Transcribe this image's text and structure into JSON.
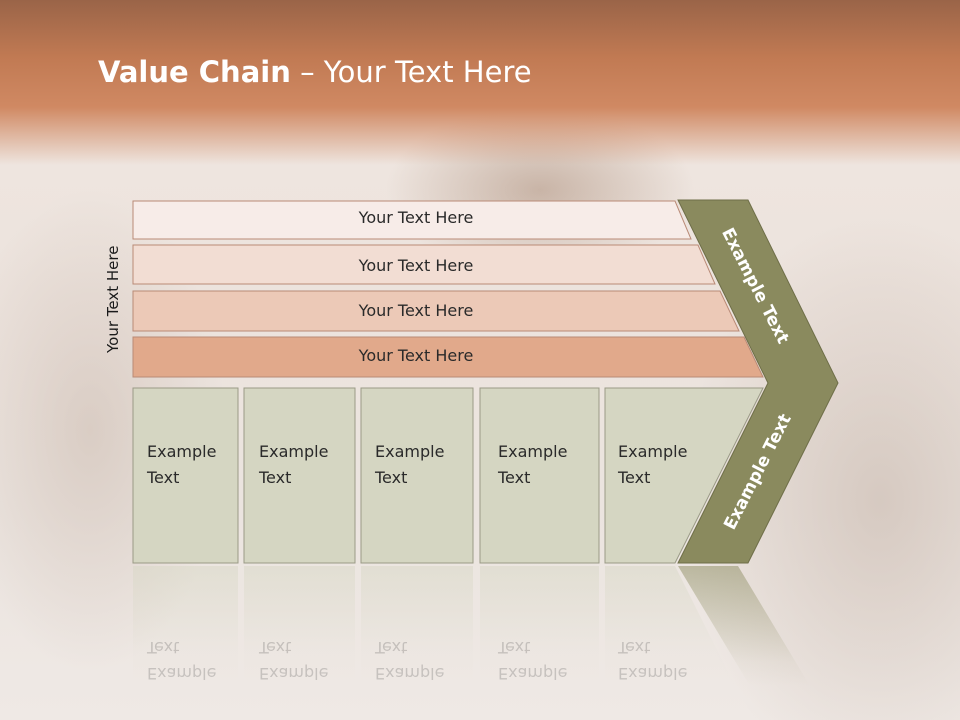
{
  "slide": {
    "title_bold": "Value Chain",
    "title_rest": " – Your Text Here",
    "vertical_label": "Your Text Here"
  },
  "bars": [
    {
      "label": "Your Text Here",
      "fill": "#f7ece8"
    },
    {
      "label": "Your Text Here",
      "fill": "#f2ddd3"
    },
    {
      "label": "Your Text Here",
      "fill": "#ecc9b7"
    },
    {
      "label": "Your Text Here",
      "fill": "#e1a98b"
    }
  ],
  "columns": [
    {
      "line1": "Example",
      "line2": "Text"
    },
    {
      "line1": "Example",
      "line2": "Text"
    },
    {
      "line1": "Example",
      "line2": "Text"
    },
    {
      "line1": "Example",
      "line2": "Text"
    },
    {
      "line1": "Example",
      "line2": "Text"
    }
  ],
  "chevron": {
    "upper_label": "Example Text",
    "lower_label": "Example Text",
    "fill": "#8a8a5e"
  },
  "colors": {
    "column_fill": "#d5d6c2",
    "column_stroke": "#9a9a86",
    "header": "#c17a53"
  }
}
